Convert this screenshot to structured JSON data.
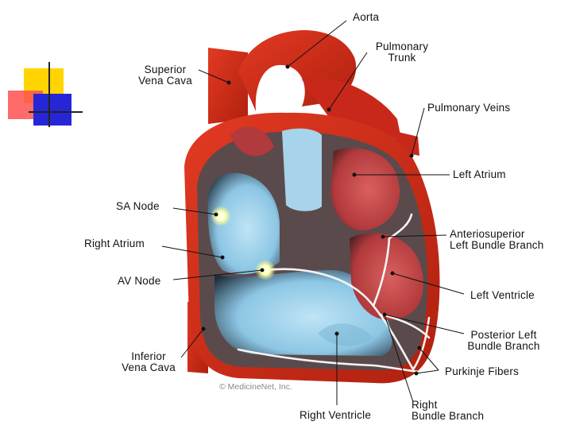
{
  "labels": {
    "aorta": "Aorta",
    "pulmonary_trunk": "Pulmonary\nTrunk",
    "superior_vena_cava": "Superior\nVena Cava",
    "pulmonary_veins": "Pulmonary Veins",
    "left_atrium": "Left Atrium",
    "sa_node": "SA Node",
    "right_atrium": "Right Atrium",
    "anteriosuperior_left_bundle_branch": "Anteriosuperior\nLeft Bundle Branch",
    "av_node": "AV Node",
    "left_ventricle": "Left Ventricle",
    "posterior_left_bundle_branch": "Posterior Left\nBundle Branch",
    "inferior_vena_cava": "Inferior\nVena Cava",
    "purkinje_fibers": "Purkinje Fibers",
    "right_ventricle": "Right Ventricle",
    "right_bundle_branch": "Right\nBundle Branch"
  },
  "watermark": "© MedicineNet, Inc.",
  "colors": {
    "muscle": "#d42a1a",
    "muscle_dark": "#9e1a10",
    "septum": "#5a4a4c",
    "right_chamber": "#9fd2ec",
    "left_chamber": "#c94a4a",
    "node_glow": "#ffffc8",
    "deco_yellow": "#ffd400",
    "deco_red": "#ff4040",
    "deco_blue": "#2020d0"
  }
}
